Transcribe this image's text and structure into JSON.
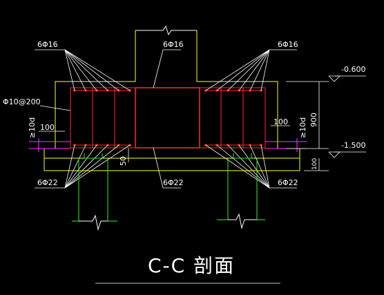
{
  "drawing": {
    "title": "C-C 剖面",
    "rebar_labels": {
      "top_left": "6Φ16",
      "top_center": "6Φ16",
      "top_right": "6Φ16",
      "stirrup": "Φ10@200",
      "bottom_left": "6Φ22",
      "bottom_center": "6Φ22",
      "bottom_right": "6Φ22"
    },
    "dimensions": {
      "left_anchor": "≥10d",
      "right_anchor": "≥10d",
      "left_offset": "100",
      "right_offset": "100",
      "height": "900",
      "cover": "50",
      "base": "100"
    },
    "elevations": {
      "top": "-0.600",
      "bottom": "-1.500"
    },
    "colors": {
      "background": "#000000",
      "outline": "#ffff33",
      "rebar": "#ff2a2a",
      "leader": "#ffffff",
      "pile": "#33ee33",
      "dim_line": "#ff33ff",
      "text": "#ffffff"
    }
  }
}
